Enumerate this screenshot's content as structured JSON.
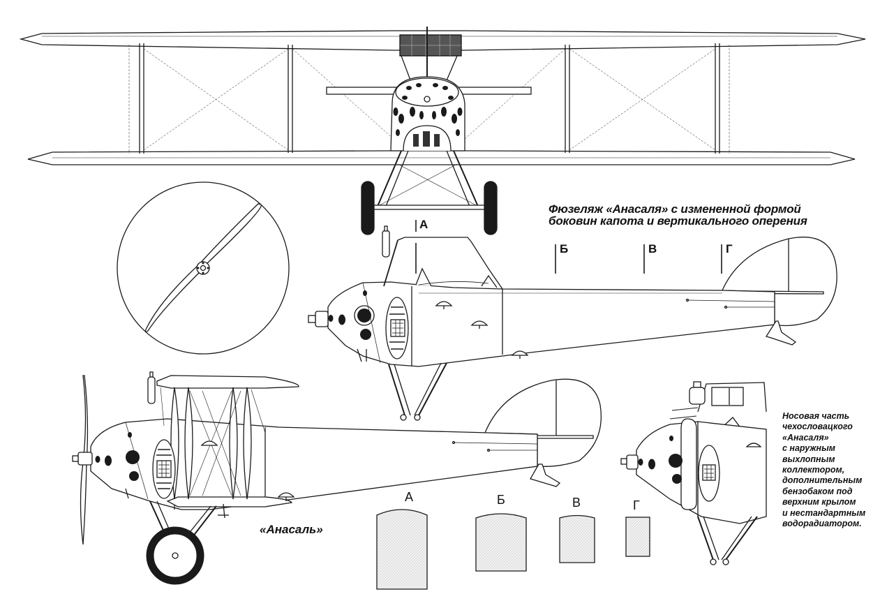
{
  "caption": {
    "line1": "Фюзеляж «Анасаля» с измененной формой",
    "line2": "боковин капота и вертикального оперения"
  },
  "aircraft_name": "«Анасаль»",
  "nose_note": {
    "lines": [
      "Носовая часть",
      "чехословацкого",
      "«Анасаля»",
      "с наружным",
      "выхлопным",
      "коллектором,",
      "дополнительным",
      "бензобаком под",
      "верхним крылом",
      "и нестандартным",
      "водорадиатором."
    ]
  },
  "section_markers": [
    "А",
    "Б",
    "В",
    "Г"
  ],
  "section_labels": [
    "А",
    "Б",
    "В",
    "Г"
  ],
  "colors": {
    "line": "#1a1a1a",
    "fill": "#ffffff",
    "hatch": "#d8d8d8"
  }
}
